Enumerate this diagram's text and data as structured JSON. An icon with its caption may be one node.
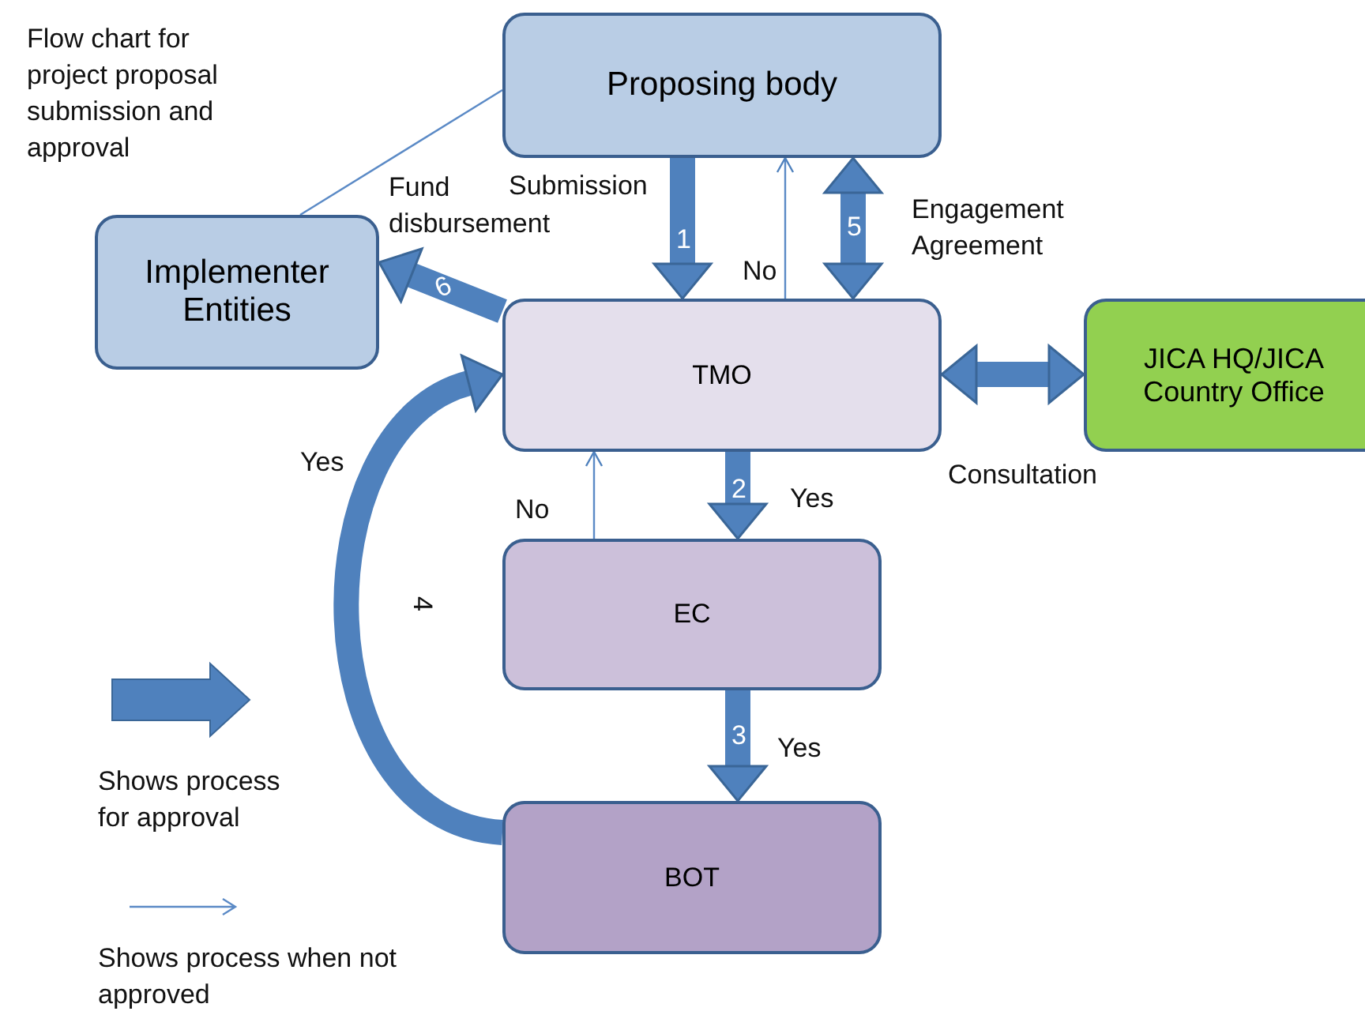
{
  "diagram": {
    "title": "Flow chart for project proposal submission and approval",
    "nodes": [
      {
        "text": [
          "Proposing body"
        ]
      },
      {
        "text": [
          "Implementer Entities"
        ]
      },
      {
        "text": [
          "TMO"
        ]
      },
      {
        "text": [
          "JICA HQ/JICA Country Office"
        ]
      },
      {
        "text": [
          "EC"
        ]
      },
      {
        "text": [
          "BOT"
        ]
      }
    ],
    "edges": [
      {
        "from": 0,
        "to": 2,
        "arrow": "to",
        "label": "1"
      },
      {
        "from": 2,
        "to": 0,
        "arrow": "to",
        "label": "No",
        "color": "#5b8ac6"
      },
      {
        "from": 2,
        "to": 0,
        "arrow": "both",
        "label": "5"
      },
      {
        "from": 2,
        "to": 1,
        "arrow": "to",
        "label": "6"
      },
      {
        "from": 2,
        "to": 3,
        "arrow": "both"
      },
      {
        "from": 2,
        "to": 4,
        "arrow": "to",
        "label": "2"
      },
      {
        "from": 4,
        "to": 2,
        "arrow": "to",
        "label": "No",
        "color": "#5b8ac6"
      },
      {
        "from": 4,
        "to": 5,
        "arrow": "to",
        "label": "3"
      },
      {
        "from": 5,
        "to": 2,
        "arrow": "to",
        "label": "4"
      },
      {
        "from": 0,
        "to": 1,
        "arrow": "none",
        "color": "#5b8ac6"
      }
    ],
    "labels": [
      "Submission",
      "Fund disbursement",
      "Engagement Agreement",
      "Consultation",
      "Yes",
      "Yes",
      "Yes"
    ],
    "legend": [
      {
        "text": "Shows process for approval"
      },
      {
        "text": "Shows process when not approved"
      }
    ]
  }
}
